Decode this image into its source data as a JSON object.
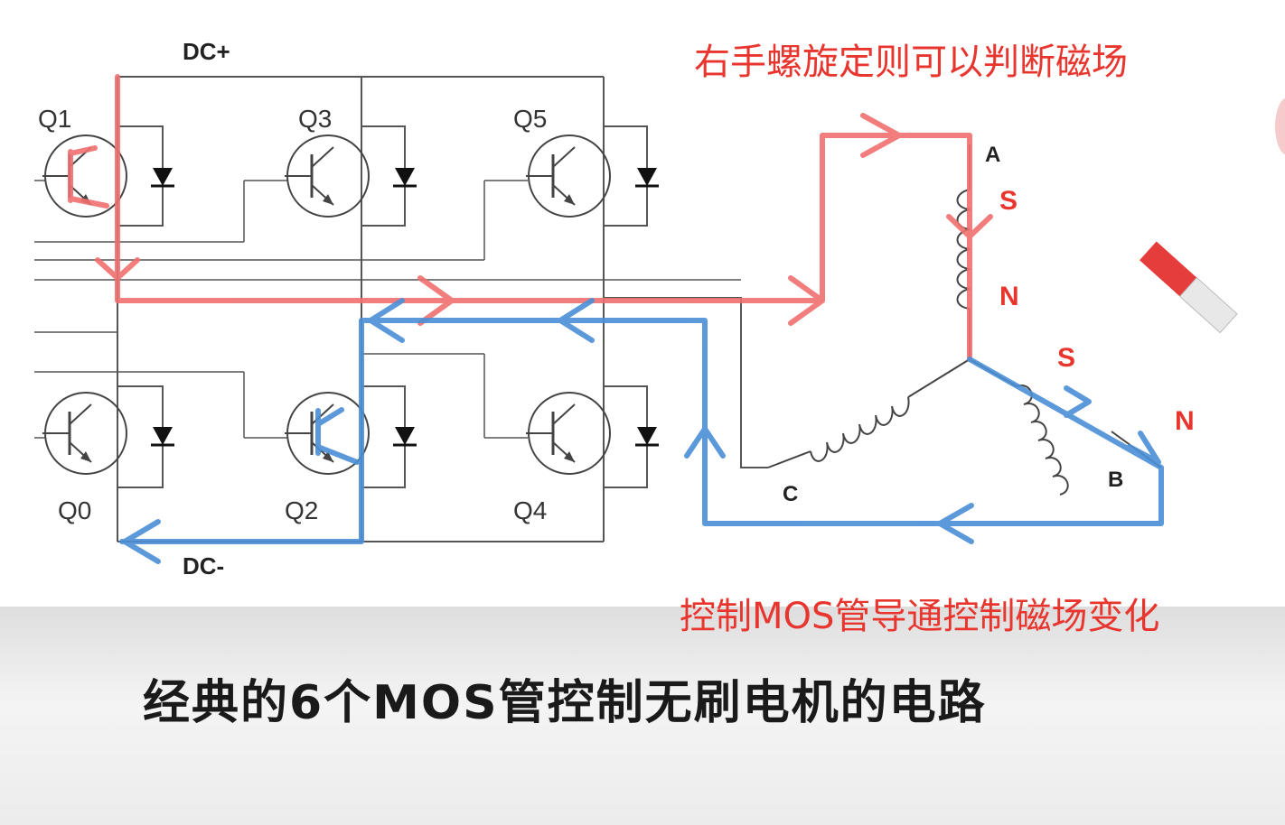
{
  "rail": {
    "top_label": "DC+",
    "bottom_label": "DC-"
  },
  "switches": [
    {
      "name": "Q1",
      "label": "Q1"
    },
    {
      "name": "Q3",
      "label": "Q3"
    },
    {
      "name": "Q5",
      "label": "Q5"
    },
    {
      "name": "Q0",
      "label": "Q0"
    },
    {
      "name": "Q2",
      "label": "Q2"
    },
    {
      "name": "Q4",
      "label": "Q4"
    }
  ],
  "motor": {
    "terminal_a": "A",
    "terminal_b": "B",
    "terminal_c": "C",
    "coil_a_top_pole": "S",
    "coil_a_bottom_pole": "N",
    "coil_b_inner_pole": "S",
    "coil_b_outer_pole": "N"
  },
  "notes": {
    "right_hand_rule": "右手螺旋定则可以判断磁场",
    "mos_control": "控制MOS管导通控制磁场变化"
  },
  "caption": "经典的6个MOS管控制无刷电机的电路",
  "colors": {
    "current_in": "#f07070",
    "current_out": "#4a8fd6",
    "note_text": "#e8352e",
    "wire": "#444444"
  }
}
